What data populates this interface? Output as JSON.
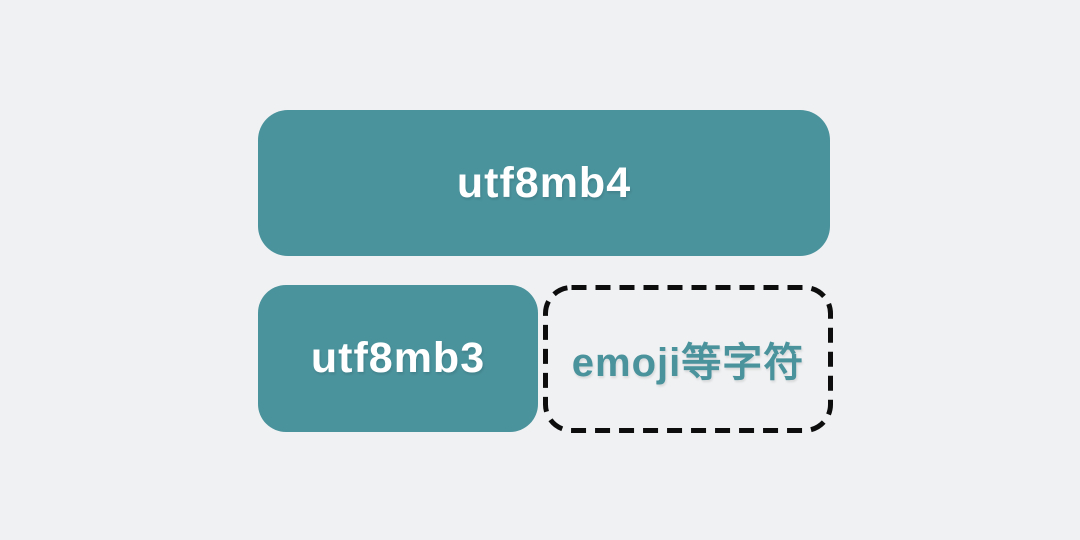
{
  "diagram": {
    "title_hint": "MySQL charset relationship diagram",
    "top_box": {
      "label": "utf8mb4"
    },
    "bottom_left_box": {
      "label": "utf8mb3"
    },
    "bottom_right_box": {
      "label": "emoji等字符"
    },
    "colors": {
      "background": "#eff1f2",
      "teal_fill": "#4a929c",
      "box_text": "#ffffff",
      "dashed_border": "#0d0d0d",
      "dashed_box_text": "#4a929c"
    }
  }
}
